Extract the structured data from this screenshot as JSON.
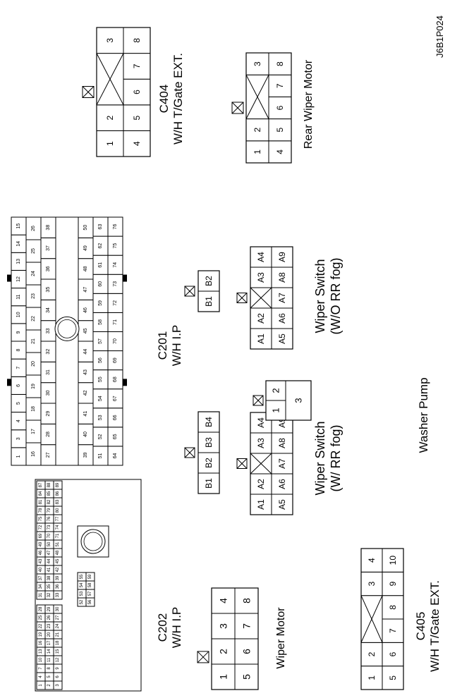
{
  "drawing_code": "J6B1P024",
  "labels": {
    "c404": [
      "C404",
      "W/H T/Gate EXT."
    ],
    "rear_wiper_motor": [
      "Rear Wiper Motor"
    ],
    "c201": [
      "C201",
      "W/H I.P"
    ],
    "wiper_switch_wo": [
      "Wiper Switch",
      "(W/O RR fog)"
    ],
    "wiper_switch_w": [
      "Wiper Switch",
      "(W/ RR fog)"
    ],
    "washer_pump": [
      "Washer Pump"
    ],
    "c202": [
      "C202",
      "W/H I.P"
    ],
    "wiper_motor": [
      "Wiper Motor"
    ],
    "c405": [
      "C405",
      "W/H T/Gate EXT."
    ]
  },
  "connectors": {
    "c404": {
      "row1": [
        "1",
        "2",
        "3"
      ],
      "row2": [
        "4",
        "5",
        "6",
        "7",
        "8"
      ]
    },
    "rear_wiper_motor": {
      "row1": [
        "1",
        "2",
        "3"
      ],
      "row2": [
        "4",
        "5",
        "6",
        "7",
        "8"
      ]
    },
    "wiper_motor": {
      "row1": [
        "1",
        "2",
        "3",
        "4"
      ],
      "row2": [
        "5",
        "6",
        "7",
        "8"
      ]
    },
    "c405": {
      "row1": [
        "1",
        "2",
        "3",
        "4"
      ],
      "row2": [
        "5",
        "6",
        "7",
        "8",
        "9",
        "10"
      ]
    },
    "switch_wo": {
      "b_pins": [
        "B1",
        "B2"
      ],
      "row1": [
        "A1",
        "A2",
        "A3",
        "A4"
      ],
      "row2": [
        "A5",
        "A6",
        "A7",
        "A8",
        "A9"
      ]
    },
    "switch_w": {
      "b_pins": [
        "B1",
        "B2",
        "B3",
        "B4"
      ],
      "row1": [
        "A1",
        "A2",
        "A3",
        "A4"
      ],
      "row2": [
        "A5",
        "A6",
        "A7",
        "A8",
        "A9"
      ]
    },
    "washer_pump": {
      "pins": [
        "1",
        "2",
        "3"
      ]
    }
  },
  "c201_pins": [
    "1",
    "2",
    "3",
    "4",
    "5",
    "6",
    "7",
    "8",
    "9",
    "10",
    "11",
    "12",
    "13",
    "14",
    "15",
    "16",
    "17",
    "18",
    "19",
    "20",
    "21",
    "22",
    "23",
    "24",
    "25",
    "26",
    "27",
    "28",
    "29",
    "30",
    "31",
    "32",
    "33",
    "34",
    "35",
    "36",
    "37",
    "38",
    "39",
    "40",
    "41",
    "42",
    "43",
    "44",
    "45",
    "46",
    "47",
    "48",
    "49",
    "50",
    "51",
    "52",
    "53",
    "54",
    "55",
    "56",
    "57",
    "58",
    "59",
    "60",
    "61",
    "62",
    "63",
    "64",
    "65",
    "66",
    "67",
    "68",
    "69",
    "70",
    "71",
    "72",
    "73",
    "74",
    "75",
    "76"
  ],
  "c202_pins": [
    "1",
    "2",
    "3",
    "4",
    "5",
    "6",
    "7",
    "8",
    "9",
    "10",
    "11",
    "12",
    "13",
    "14",
    "15",
    "16",
    "17",
    "18",
    "19",
    "20",
    "21",
    "22",
    "23",
    "24",
    "25",
    "26",
    "27",
    "28",
    "29",
    "30",
    "31",
    "32",
    "33",
    "34",
    "35",
    "36",
    "37",
    "38",
    "39",
    "40",
    "41",
    "42",
    "43",
    "44",
    "45",
    "46",
    "47",
    "48",
    "49",
    "50",
    "51",
    "52",
    "53",
    "54",
    "55",
    "56",
    "57",
    "58",
    "59",
    "60",
    "61",
    "62",
    "63",
    "64",
    "65",
    "66",
    "67",
    "68",
    "69",
    "70",
    "71",
    "72",
    "73",
    "74",
    "75",
    "76",
    "77",
    "78",
    "79",
    "80",
    "81",
    "82",
    "83",
    "84",
    "85",
    "86",
    "87",
    "88",
    "89"
  ]
}
